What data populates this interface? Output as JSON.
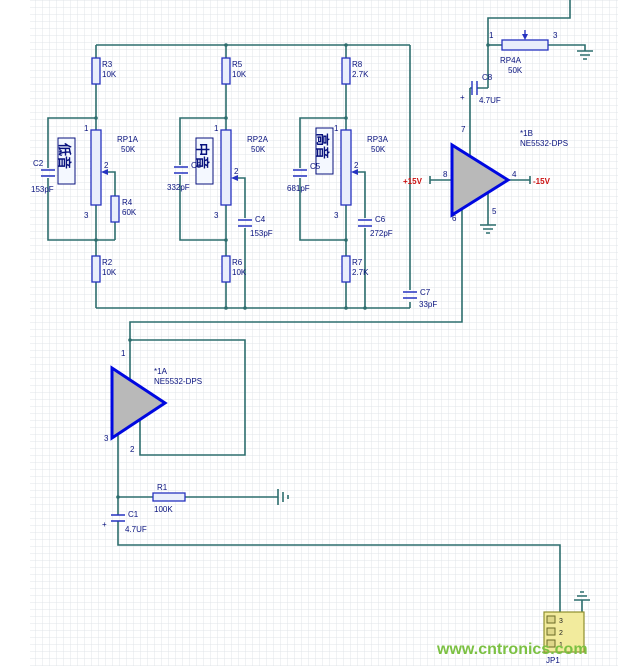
{
  "watermark": "www.cntronics.com",
  "power": {
    "vplus": "+15V",
    "vminus": "-15V"
  },
  "opamps": {
    "u1a": {
      "designator": "*1A",
      "part": "NE5532-DPS",
      "pin_out": "1",
      "pin_inv": "2",
      "pin_nin": "3"
    },
    "u1b": {
      "designator": "*1B",
      "part": "NE5532-DPS",
      "pin_out": "7",
      "pin_vplus": "8",
      "pin_inv": "6",
      "pin_nin": "5",
      "pin_vminus": "4"
    }
  },
  "resistors": {
    "r1": {
      "des": "R1",
      "val": "100K"
    },
    "r2": {
      "des": "R2",
      "val": "10K"
    },
    "r3": {
      "des": "R3",
      "val": "10K"
    },
    "r4": {
      "des": "R4",
      "val": "60K"
    },
    "r5": {
      "des": "R5",
      "val": "10K"
    },
    "r6": {
      "des": "R6",
      "val": "10K"
    },
    "r7": {
      "des": "R7",
      "val": "2.7K"
    },
    "r8": {
      "des": "R8",
      "val": "2.7K"
    }
  },
  "pots": {
    "rp1a": {
      "des": "RP1A",
      "val": "50K",
      "band": "低音",
      "pin1": "1",
      "pin2": "2",
      "pin3": "3"
    },
    "rp2a": {
      "des": "RP2A",
      "val": "50K",
      "band": "中音",
      "pin1": "1",
      "pin2": "2",
      "pin3": "3"
    },
    "rp3a": {
      "des": "RP3A",
      "val": "50K",
      "band": "高音",
      "pin1": "1",
      "pin2": "2",
      "pin3": "3"
    },
    "rp4a": {
      "des": "RP4A",
      "val": "50K",
      "pin1": "1",
      "pin3": "3"
    }
  },
  "capacitors": {
    "c1": {
      "des": "C1",
      "val": "4.7UF",
      "polarity": "+"
    },
    "c2": {
      "des": "C2",
      "val": "153pF"
    },
    "c3": {
      "des": "C3",
      "val": "332pF"
    },
    "c4": {
      "des": "C4",
      "val": "153pF"
    },
    "c5": {
      "des": "C5",
      "val": "681pF"
    },
    "c6": {
      "des": "C6",
      "val": "272pF"
    },
    "c7": {
      "des": "C7",
      "val": "33pF"
    },
    "c8": {
      "des": "C8",
      "val": "4.7UF",
      "polarity": "+"
    }
  },
  "connector": {
    "des": "JP1",
    "pin_top": "3",
    "pin_mid": "2",
    "pin_bot": "1"
  }
}
